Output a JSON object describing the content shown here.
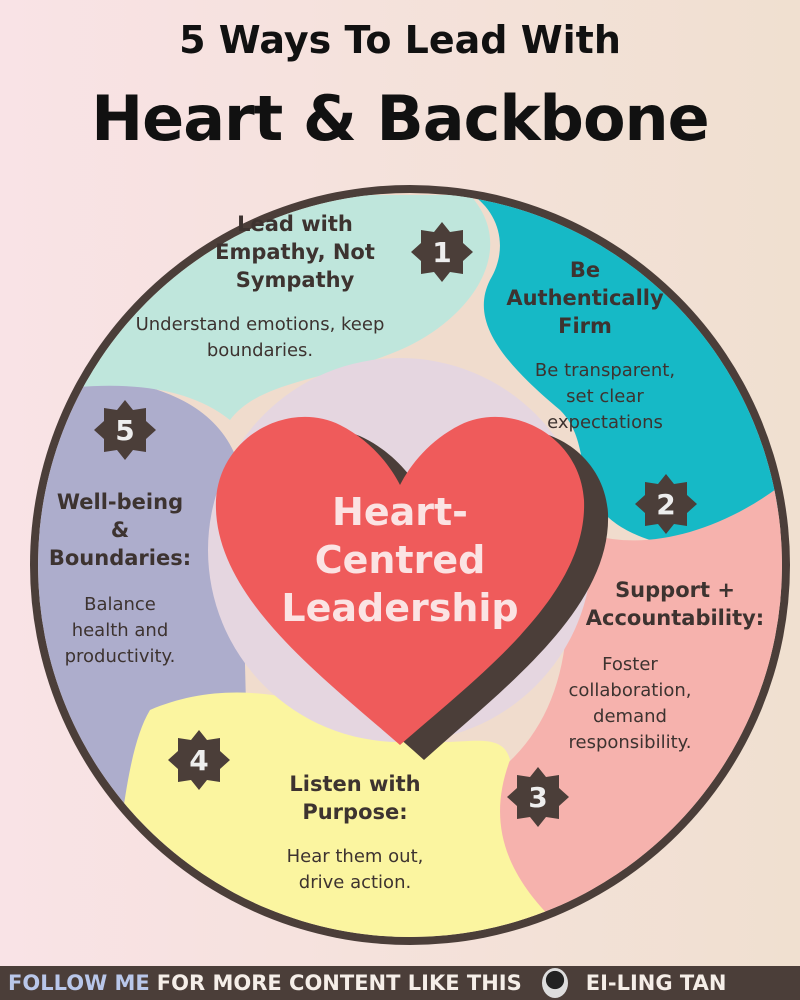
{
  "title": {
    "line1": "5 Ways To Lead With",
    "line2": "Heart & Backbone"
  },
  "center": {
    "label": "Heart-Centred Leadership",
    "lines": [
      "Heart-",
      "Centred",
      "Leadership"
    ]
  },
  "items": [
    {
      "number": "1",
      "heading": "Lead with Empathy, Not Sympathy",
      "heading_lines": [
        "Lead with",
        "Empathy, Not",
        "Sympathy"
      ],
      "desc_lines": [
        "Understand emotions, keep",
        "boundaries."
      ],
      "color": "#bfe6dc"
    },
    {
      "number": "2",
      "heading": "Be Authentically Firm",
      "heading_lines": [
        "Be",
        "Authentically",
        "Firm"
      ],
      "desc_lines": [
        "Be transparent,",
        "set clear",
        "expectations"
      ],
      "color": "#16b9c6"
    },
    {
      "number": "3",
      "heading": "Support + Accountability:",
      "heading_lines": [
        "Support +",
        "Accountability:"
      ],
      "desc_lines": [
        "Foster",
        "collaboration,",
        "demand",
        "responsibility."
      ],
      "color": "#f6b2ad"
    },
    {
      "number": "4",
      "heading": "Listen with Purpose:",
      "heading_lines": [
        "Listen with",
        "Purpose:"
      ],
      "desc_lines": [
        "Hear them out,",
        "drive action."
      ],
      "color": "#fbf5a0"
    },
    {
      "number": "5",
      "heading": "Well-being & Boundaries:",
      "heading_lines": [
        "Well-being",
        "&",
        "Boundaries:"
      ],
      "desc_lines": [
        "Balance",
        "health and",
        "productivity."
      ],
      "color": "#adadcc"
    }
  ],
  "footer": {
    "highlight": "FOLLOW ME",
    "text": "FOR MORE CONTENT LIKE THIS",
    "author": "EI-LING TAN"
  },
  "colors": {
    "outline": "#4b3e39",
    "heart": "#ef5b5b",
    "center": "#e5d6e0"
  }
}
